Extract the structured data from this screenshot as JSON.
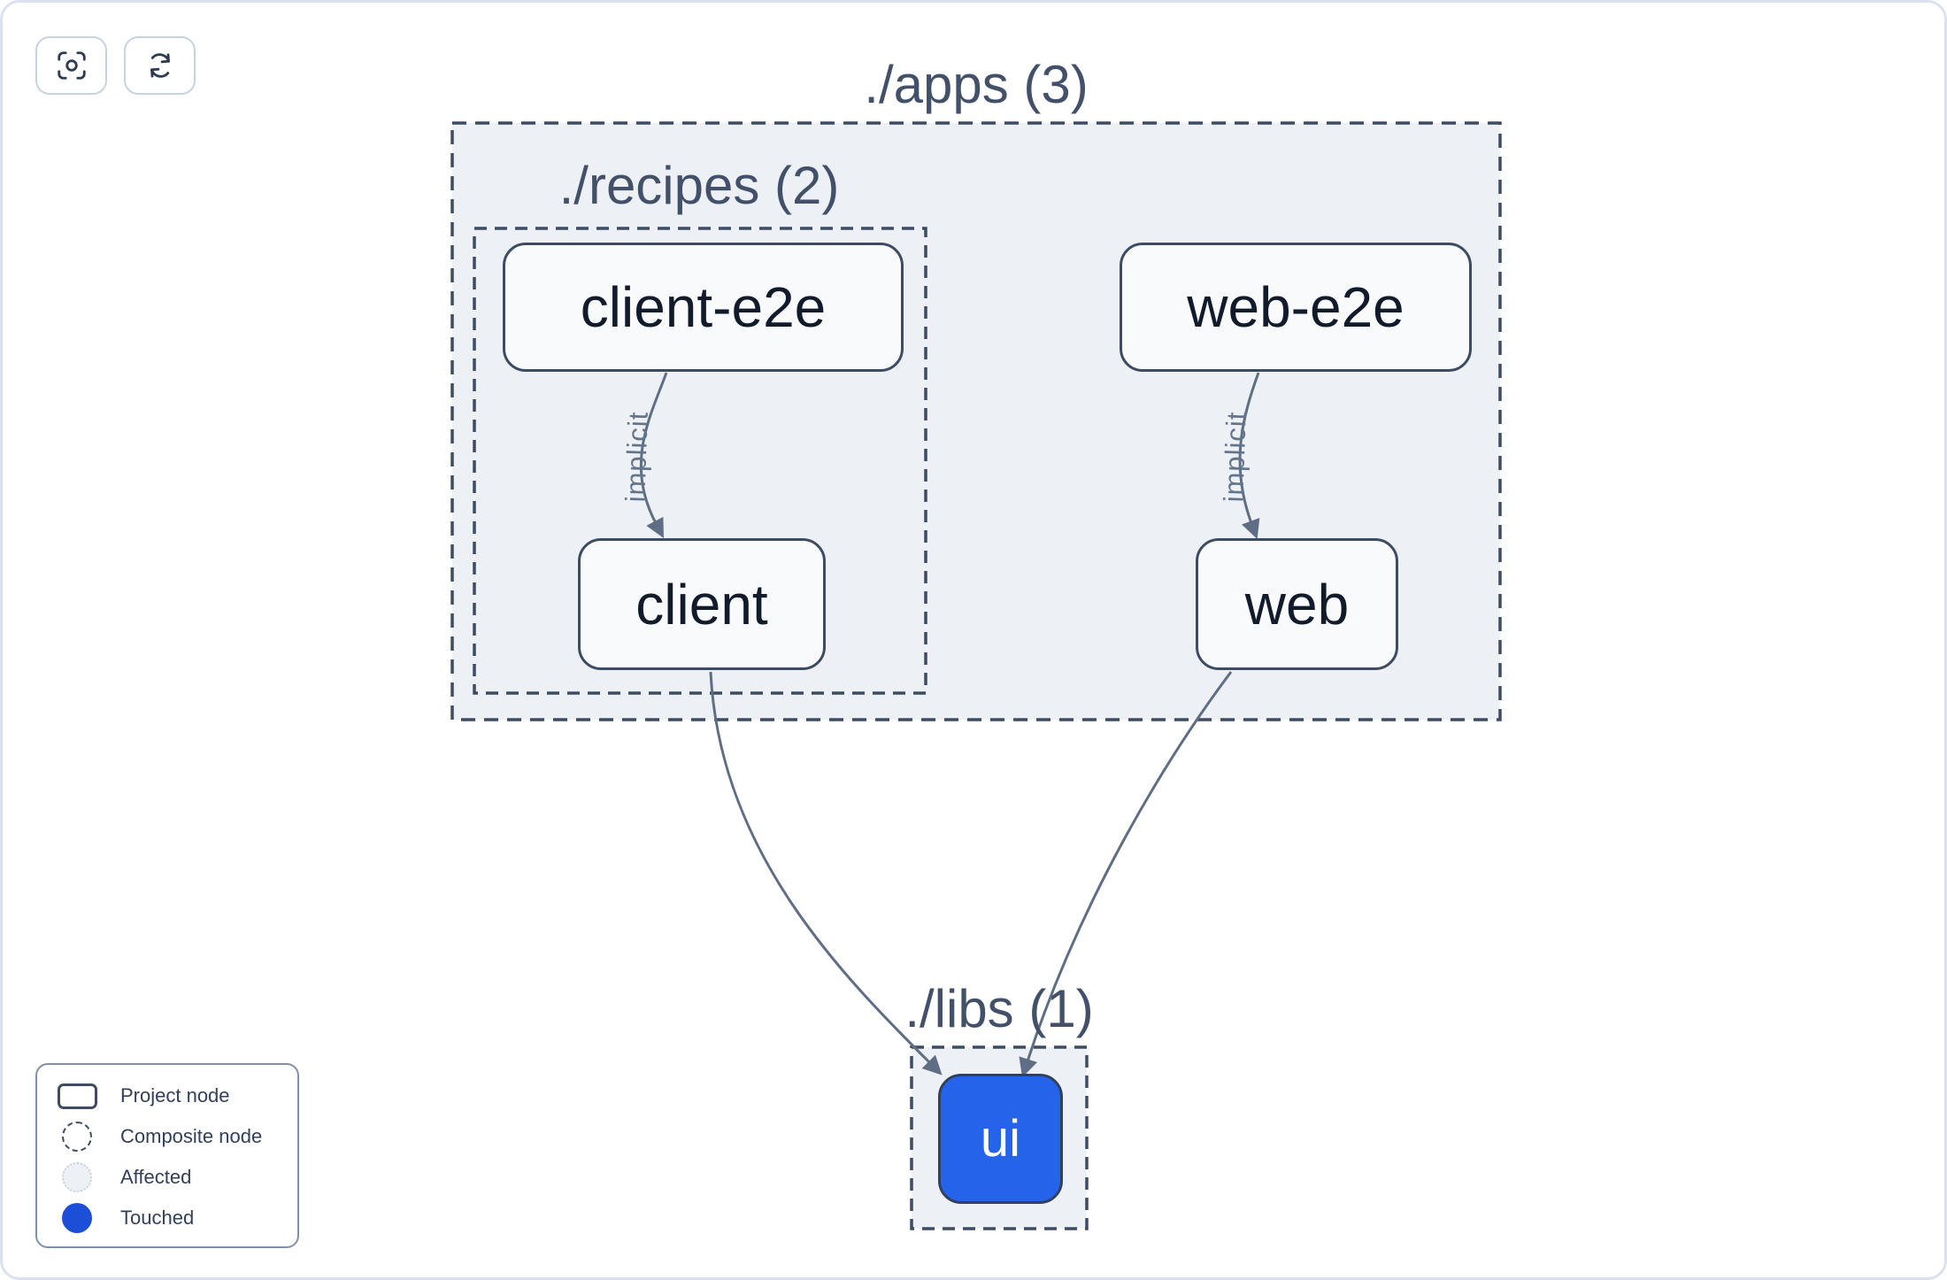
{
  "toolbar": {
    "buttons": [
      {
        "icon": "focus-center-icon"
      },
      {
        "icon": "refresh-icon"
      }
    ]
  },
  "graph": {
    "groups": [
      {
        "id": "apps",
        "label": "./apps (3)"
      },
      {
        "id": "recipes",
        "label": "./recipes (2)"
      },
      {
        "id": "libs",
        "label": "./libs (1)"
      }
    ],
    "nodes": [
      {
        "id": "client-e2e",
        "label": "client-e2e",
        "group": "recipes",
        "state": "default"
      },
      {
        "id": "web-e2e",
        "label": "web-e2e",
        "group": "apps",
        "state": "default"
      },
      {
        "id": "client",
        "label": "client",
        "group": "recipes",
        "state": "default"
      },
      {
        "id": "web",
        "label": "web",
        "group": "apps",
        "state": "default"
      },
      {
        "id": "ui",
        "label": "ui",
        "group": "libs",
        "state": "touched"
      }
    ],
    "edges": [
      {
        "from": "client-e2e",
        "to": "client",
        "label": "implicit"
      },
      {
        "from": "web-e2e",
        "to": "web",
        "label": "implicit"
      },
      {
        "from": "client",
        "to": "ui",
        "label": ""
      },
      {
        "from": "web",
        "to": "ui",
        "label": ""
      }
    ]
  },
  "legend": {
    "items": [
      {
        "label": "Project node",
        "swatch": "project-node"
      },
      {
        "label": "Composite node",
        "swatch": "composite-node"
      },
      {
        "label": "Affected",
        "swatch": "affected"
      },
      {
        "label": "Touched",
        "swatch": "touched"
      }
    ]
  },
  "colors": {
    "container_fill": "#edf1f6",
    "container_border": "#3d4b63",
    "node_fill": "#f8fafc",
    "node_border": "#3d4b63",
    "node_text": "#111b2c",
    "group_label_text": "#42506a",
    "edge_stroke": "#5f6e85",
    "edge_label_text": "#64748b",
    "touched_fill": "#2563eb",
    "touched_text": "#ffffff",
    "legend_touched": "#1d4ed8",
    "affected_fill": "#edf1f6",
    "affected_border": "#cbd3de",
    "button_border": "#c7d3e2",
    "icon_color": "#2e3c53"
  }
}
